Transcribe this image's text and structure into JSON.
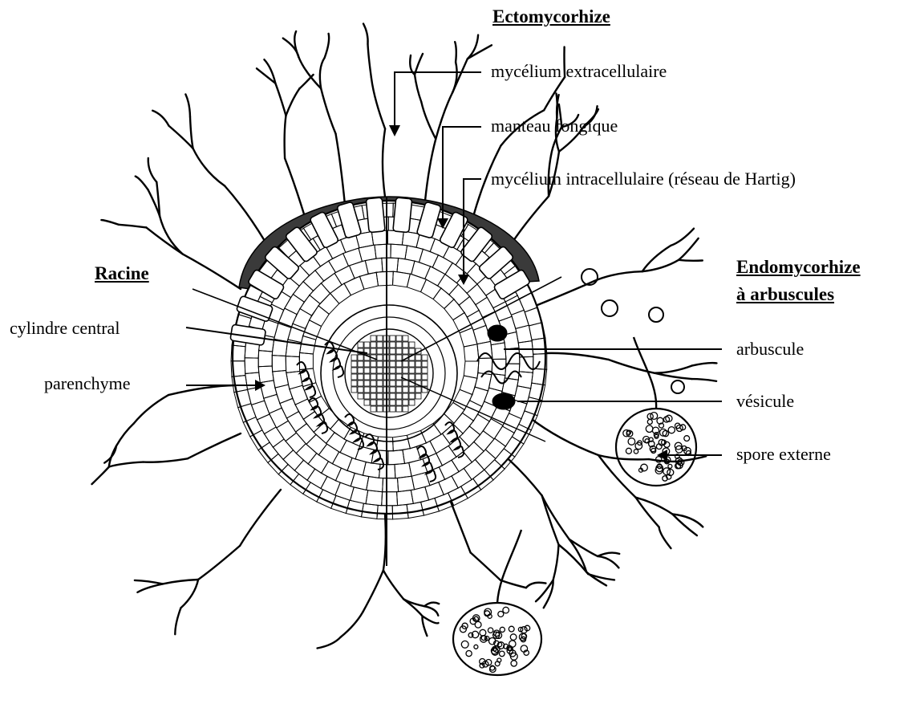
{
  "headings": {
    "ecto": "Ectomycorhize",
    "racine": "Racine",
    "endo_line1": "Endomycorhize",
    "endo_line2": "à arbuscules"
  },
  "labels": {
    "mycelium_extra": "mycélium extracellulaire",
    "manteau": "manteau fongique",
    "mycelium_intra": "mycélium intracellulaire (réseau de Hartig)",
    "cylindre": "cylindre central",
    "parenchyme": "parenchyme",
    "arbuscule": "arbuscule",
    "vesicule": "vésicule",
    "spore": "spore externe"
  },
  "colors": {
    "ink": "#000000",
    "paper": "#ffffff"
  }
}
